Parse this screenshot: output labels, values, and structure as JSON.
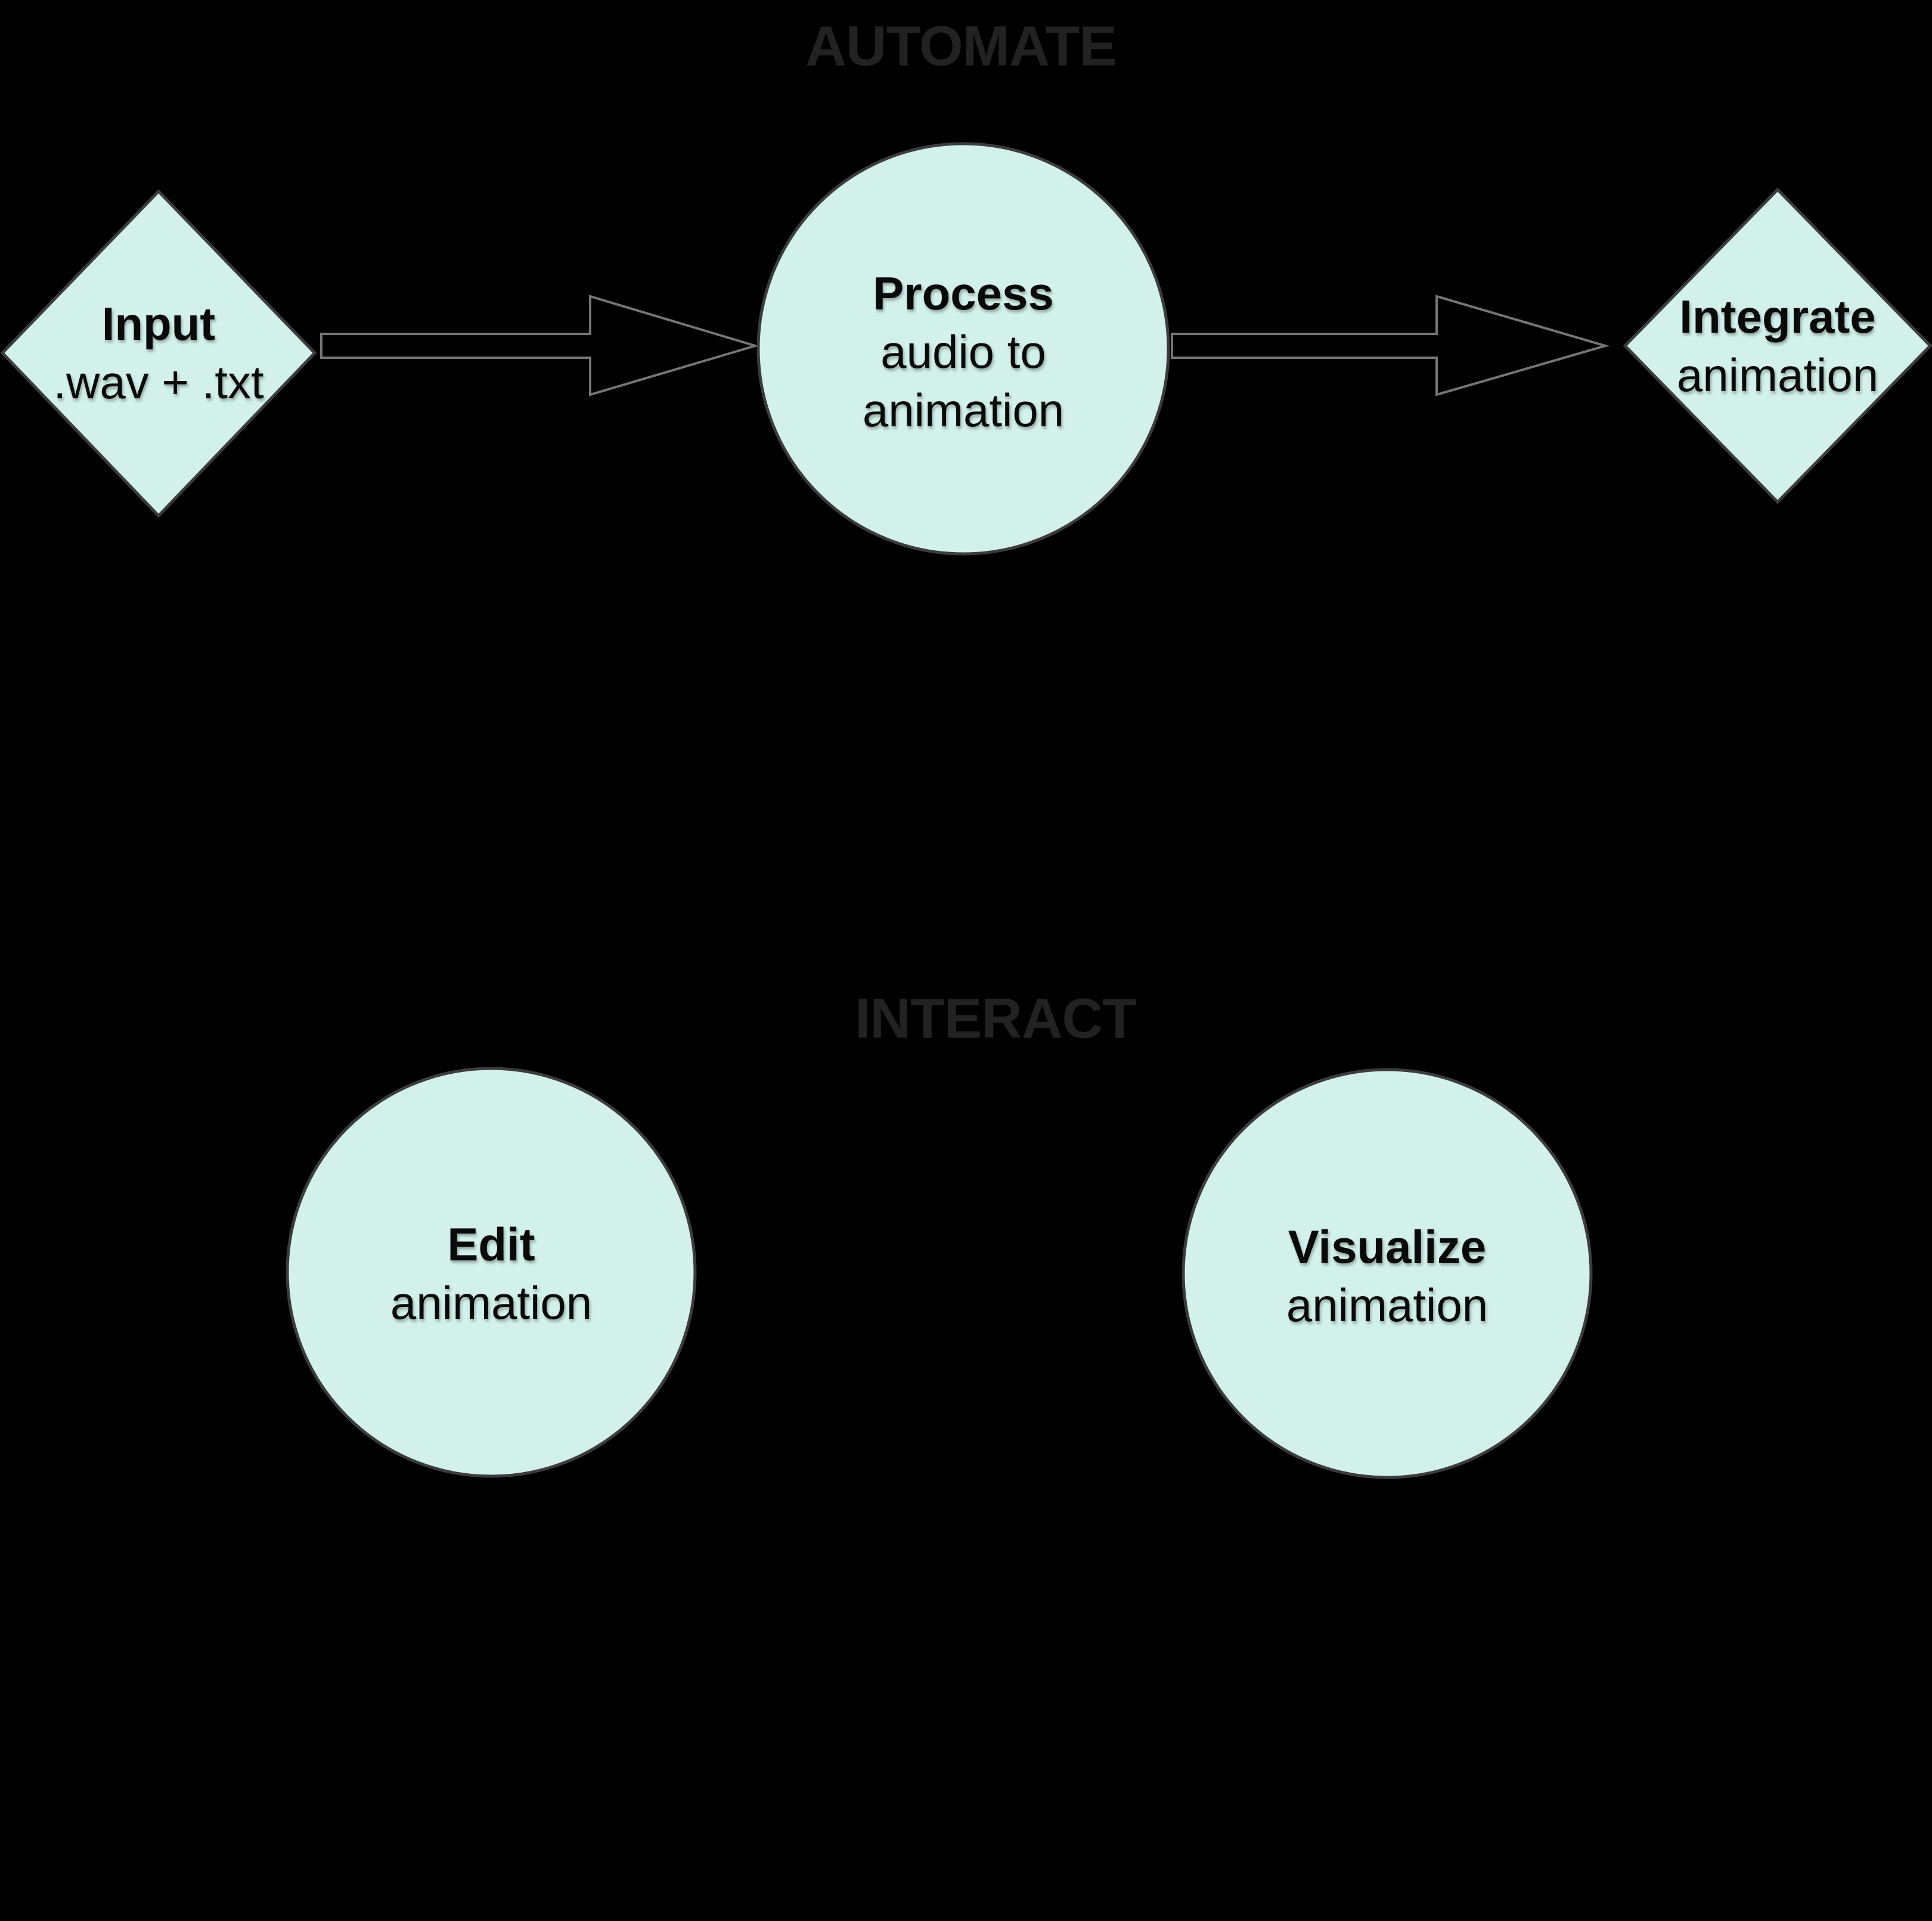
{
  "sections": {
    "automate": {
      "label": "AUTOMATE"
    },
    "interact": {
      "label": "INTERACT"
    }
  },
  "nodes": {
    "input": {
      "shape": "diamond",
      "title": "Input",
      "subtitle": ".wav + .txt"
    },
    "process": {
      "shape": "circle",
      "title": "Process",
      "subtitle_line1": "audio to",
      "subtitle_line2": "animation"
    },
    "integrate": {
      "shape": "diamond",
      "title": "Integrate",
      "subtitle": "animation"
    },
    "edit": {
      "shape": "circle",
      "title": "Edit",
      "subtitle": "animation"
    },
    "visualize": {
      "shape": "circle",
      "title": "Visualize",
      "subtitle": "animation"
    }
  },
  "connectors": {
    "arrow_input_to_process": {
      "from": "input",
      "to": "process",
      "style": "outlined-right-arrow"
    },
    "arrow_process_to_integrate": {
      "from": "process",
      "to": "integrate",
      "style": "outlined-right-arrow"
    }
  },
  "colors": {
    "background": "#000000",
    "node_fill": "#d2f1ea",
    "node_border": "#3c3c3c",
    "arrow_outline": "#757575",
    "arrow_fill": "#000000",
    "section_title_text": "#222222",
    "node_text": "#0a0a0a"
  }
}
